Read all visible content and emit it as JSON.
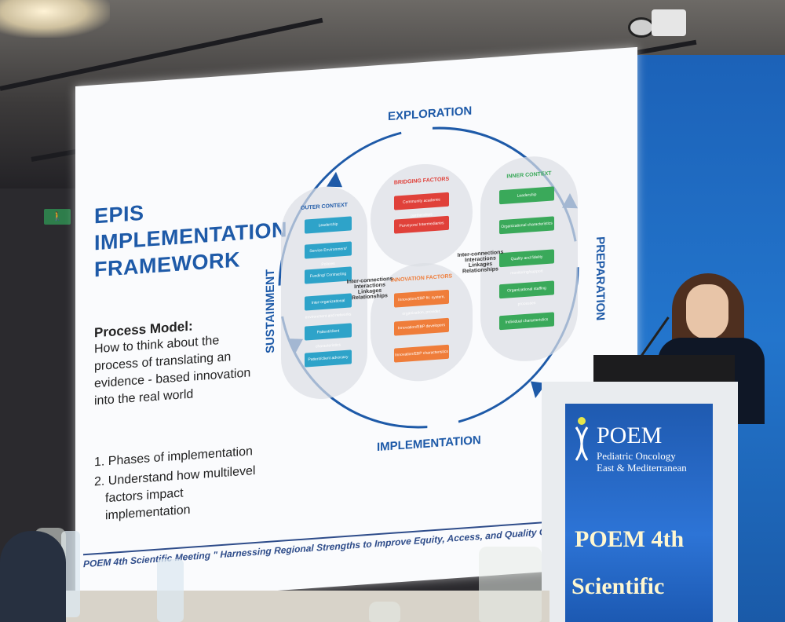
{
  "slide": {
    "title_lines": [
      "EPIS",
      "IMPLEMENTATION",
      "FRAMEWORK"
    ],
    "process_heading": "Process Model:",
    "process_body": "How to think about the process of translating an evidence - based innovation into the real world",
    "list": [
      "1. Phases of implementation",
      "2. Understand how multilevel factors impact implementation"
    ],
    "footer": "POEM 4th Scientific Meeting \" Harnessing Regional Strengths to Improve Equity, Access, and Quality Care \"",
    "phases": {
      "exploration": "EXPLORATION",
      "preparation": "PREPARATION",
      "implementation": "IMPLEMENTATION",
      "sustainment": "SUSTAINMENT"
    },
    "outer_context": {
      "heading": "OUTER CONTEXT",
      "items": [
        "Leadership",
        "Service Environment/ Policies",
        "Funding/ Contracting",
        "Inter-organizational environment and networks",
        "Patient/client characteristics",
        "Patient/client advocacy"
      ]
    },
    "bridging_factors": {
      "heading": "BRIDGING FACTORS",
      "items": [
        "Community academic partnerships",
        "Purveyors/ Intermediaries"
      ]
    },
    "innovation_factors": {
      "heading": "INNOVATION FACTORS",
      "items": [
        "Innovation/EBP fit: system, organization, provider, patient/client",
        "Innovation/EBP developers",
        "Innovation/EBP characteristics"
      ]
    },
    "inner_context": {
      "heading": "INNER CONTEXT",
      "items": [
        "Leadership",
        "Organizational characteristics",
        "Quality and fidelity monitoring/support",
        "Organizational staffing processes",
        "Individual characteristics"
      ]
    },
    "interconnections": "Inter-connections Interactions Linkages Relationships"
  },
  "podium": {
    "logo": "POEM",
    "logo_sub": [
      "Pediatric Oncology",
      "East & Mediterranean"
    ],
    "line1": "POEM 4th",
    "line2": "Scientific"
  },
  "colors": {
    "title_blue": "#1e5aa8",
    "outer_teal": "#2ea3c9",
    "bridging_red": "#e0413a",
    "innovation_orange": "#ef7d3a",
    "inner_green": "#3aa95a",
    "podium_blue": "#2d74d6"
  }
}
